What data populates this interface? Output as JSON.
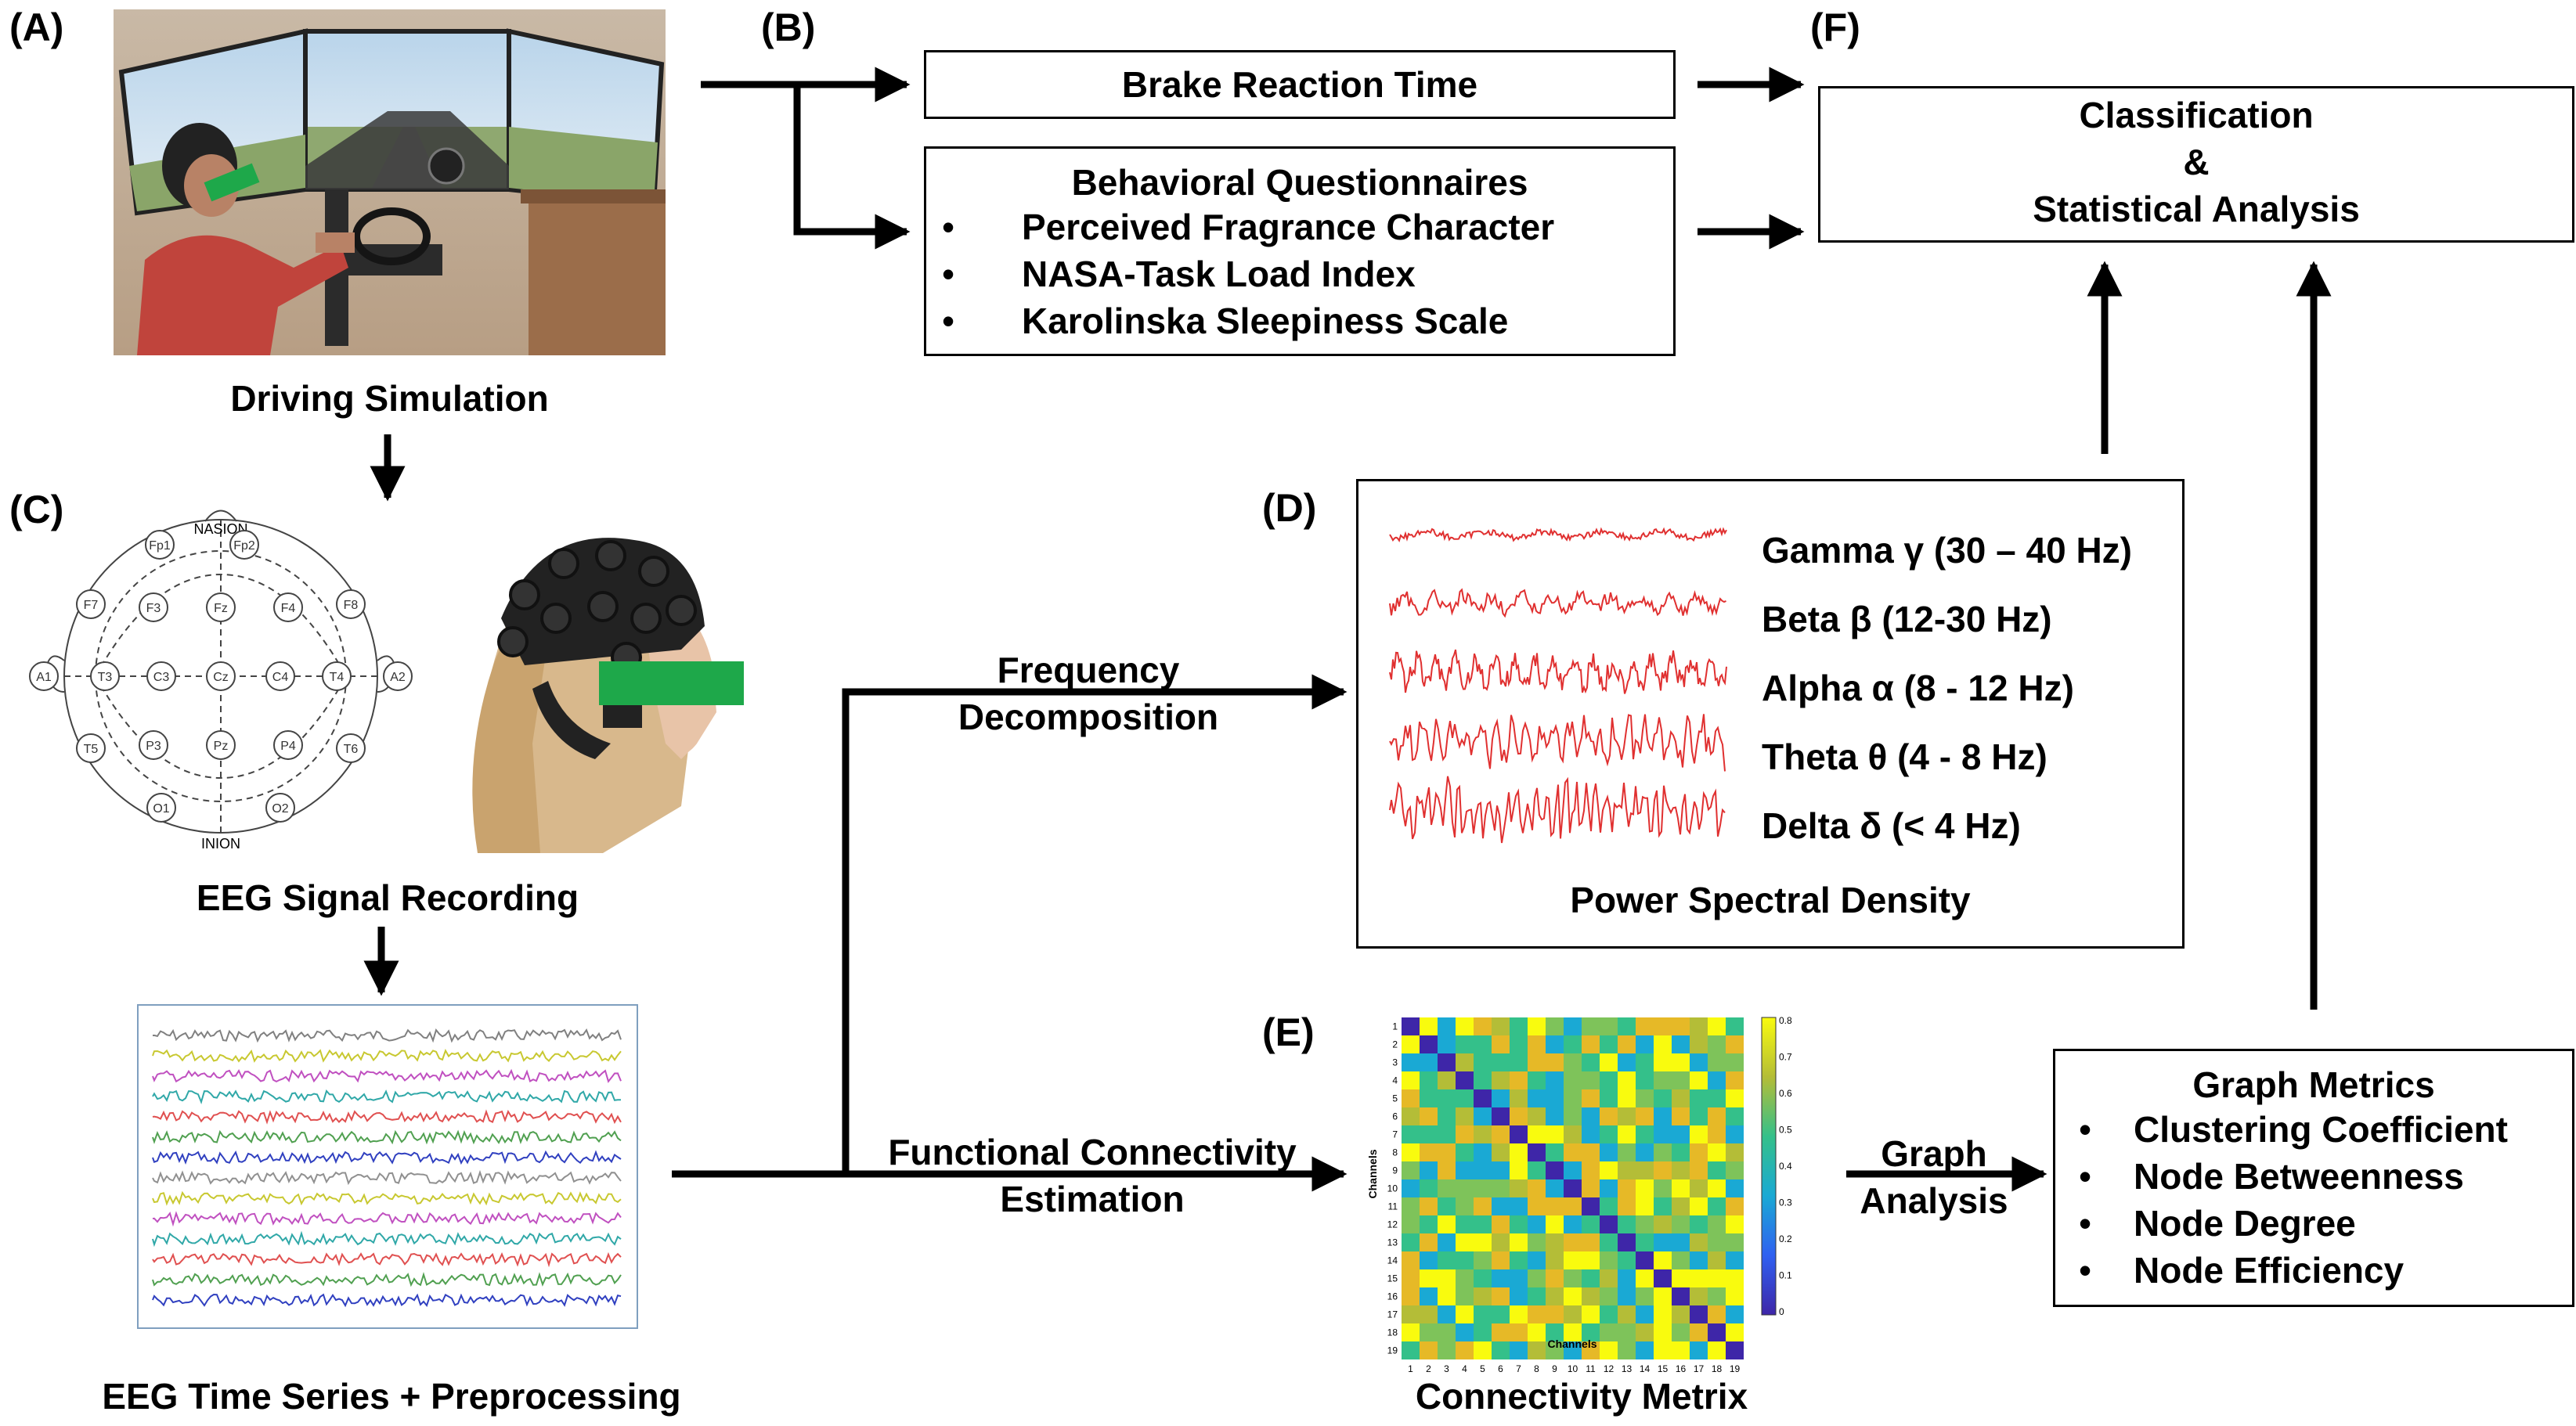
{
  "panels": {
    "a": "(A)",
    "b": "(B)",
    "c": "(C)",
    "d": "(D)",
    "e": "(E)",
    "f": "(F)"
  },
  "captions": {
    "driving": "Driving Simulation",
    "eeg_recording": "EEG Signal Recording",
    "eeg_series": "EEG Time Series + Preprocessing",
    "connectivity": "Connectivity Metrix"
  },
  "brake": "Brake Reaction Time",
  "questionnaires": {
    "title": "Behavioral Questionnaires",
    "items": [
      "Perceived Fragrance Character",
      "NASA-Task Load Index",
      "Karolinska Sleepiness Scale"
    ]
  },
  "classification": {
    "line1": "Classification",
    "line2": "&",
    "line3": "Statistical Analysis"
  },
  "freq_decomp": {
    "line1": "Frequency",
    "line2": "Decomposition"
  },
  "func_conn": {
    "line1": "Functional Connectivity",
    "line2": "Estimation"
  },
  "graph_analysis": {
    "line1": "Graph",
    "line2": "Analysis"
  },
  "psd": {
    "title": "Power Spectral Density",
    "bands": [
      "Gamma γ (30 – 40 Hz)",
      "Beta β (12-30 Hz)",
      "Alpha α (8 - 12 Hz)",
      "Theta θ (4 - 8 Hz)",
      "Delta δ (< 4 Hz)"
    ]
  },
  "graph_metrics": {
    "title": "Graph Metrics",
    "items": [
      "Clustering Coefficient",
      "Node Betweenness",
      "Node Degree",
      "Node Efficiency"
    ]
  },
  "bullet_char": "•",
  "eeg_montage": {
    "nasion": "NASION",
    "inion": "INION",
    "electrodes": [
      "Fp1",
      "Fp2",
      "F7",
      "F3",
      "Fz",
      "F4",
      "F8",
      "A1",
      "T3",
      "C3",
      "Cz",
      "C4",
      "T4",
      "A2",
      "T5",
      "P3",
      "Pz",
      "P4",
      "T6",
      "O1",
      "O2"
    ]
  },
  "matrix": {
    "x_label": "Channels",
    "y_label": "Channels",
    "channels": [
      "1",
      "2",
      "3",
      "4",
      "5",
      "6",
      "7",
      "8",
      "9",
      "10",
      "11",
      "12",
      "13",
      "14",
      "15",
      "16",
      "17",
      "18",
      "19"
    ],
    "colorbar_ticks": [
      "0.8",
      "0.7",
      "0.6",
      "0.5",
      "0.4",
      "0.3",
      "0.2",
      "0.1",
      "0"
    ]
  },
  "colors": {
    "wave_red": "#e03030",
    "highlight_green": "#1ea84a"
  }
}
